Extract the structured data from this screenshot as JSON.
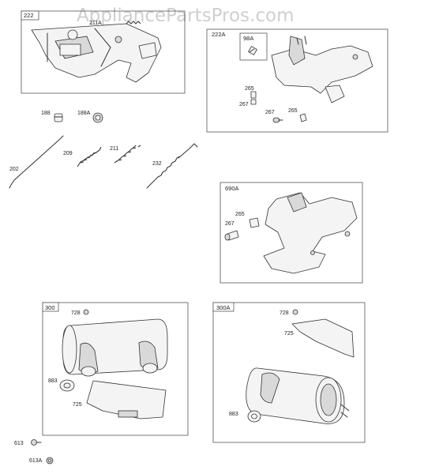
{
  "watermark": "AppliancePartsPros.com",
  "boxes": {
    "b222": "222",
    "b222A": "222A",
    "b98A": "98A",
    "b690A": "690A",
    "b300": "300",
    "b300A": "300A"
  },
  "labels": {
    "l211A": "211A",
    "l188": "188",
    "l188A": "188A",
    "l202": "202",
    "l209": "209",
    "l211": "211",
    "l232": "232",
    "l265_a": "265",
    "l267_a": "267",
    "l267_b": "267",
    "l265_b": "265",
    "l265_c": "265",
    "l267_c": "267",
    "l728_a": "728",
    "l883_a": "883",
    "l725_a": "725",
    "l728_b": "728",
    "l725_b": "725",
    "l883_b": "883",
    "l613": "613",
    "l613A": "613A"
  }
}
